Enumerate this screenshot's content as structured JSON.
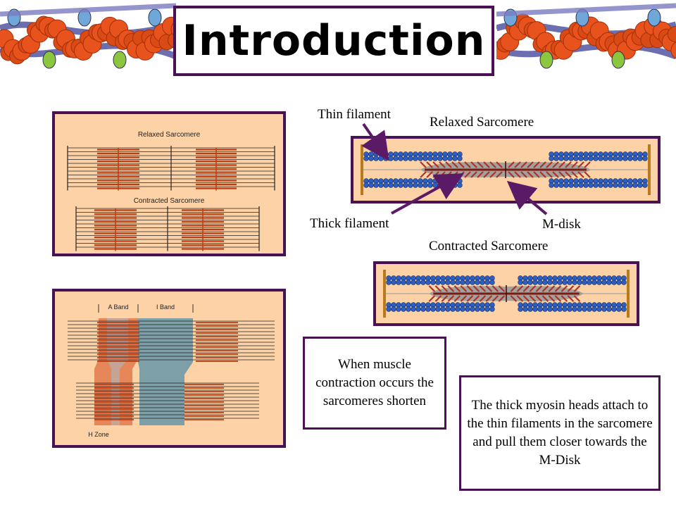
{
  "title": "Introduction",
  "labels": {
    "thin_filament": "Thin filament",
    "thick_filament": "Thick filament",
    "m_disk": "M-disk",
    "relaxed_sarcomere": "Relaxed Sarcomere",
    "contracted_sarcomere": "Contracted Sarcomere"
  },
  "panel_top_left": {
    "relaxed_label": "Relaxed Sarcomere",
    "contracted_label": "Contracted Sarcomere"
  },
  "panel_bottom_left": {
    "a_band": "A Band",
    "i_band": "I Band",
    "h_zone": "H Zone"
  },
  "text_boxes": {
    "shorten": "When muscle contraction occurs the sarcomeres shorten",
    "myosin": "The thick myosin heads attach to the thin filaments in the sarcomere and pull them closer towards the M-Disk"
  },
  "colors": {
    "border": "#4a1254",
    "panel_bg": "#fcd2a6",
    "thick_filament": "#c03a10",
    "thin_bead": "#2e5fbf",
    "actin_bead": "#e8521c",
    "z_disk": "#b87a1a"
  }
}
